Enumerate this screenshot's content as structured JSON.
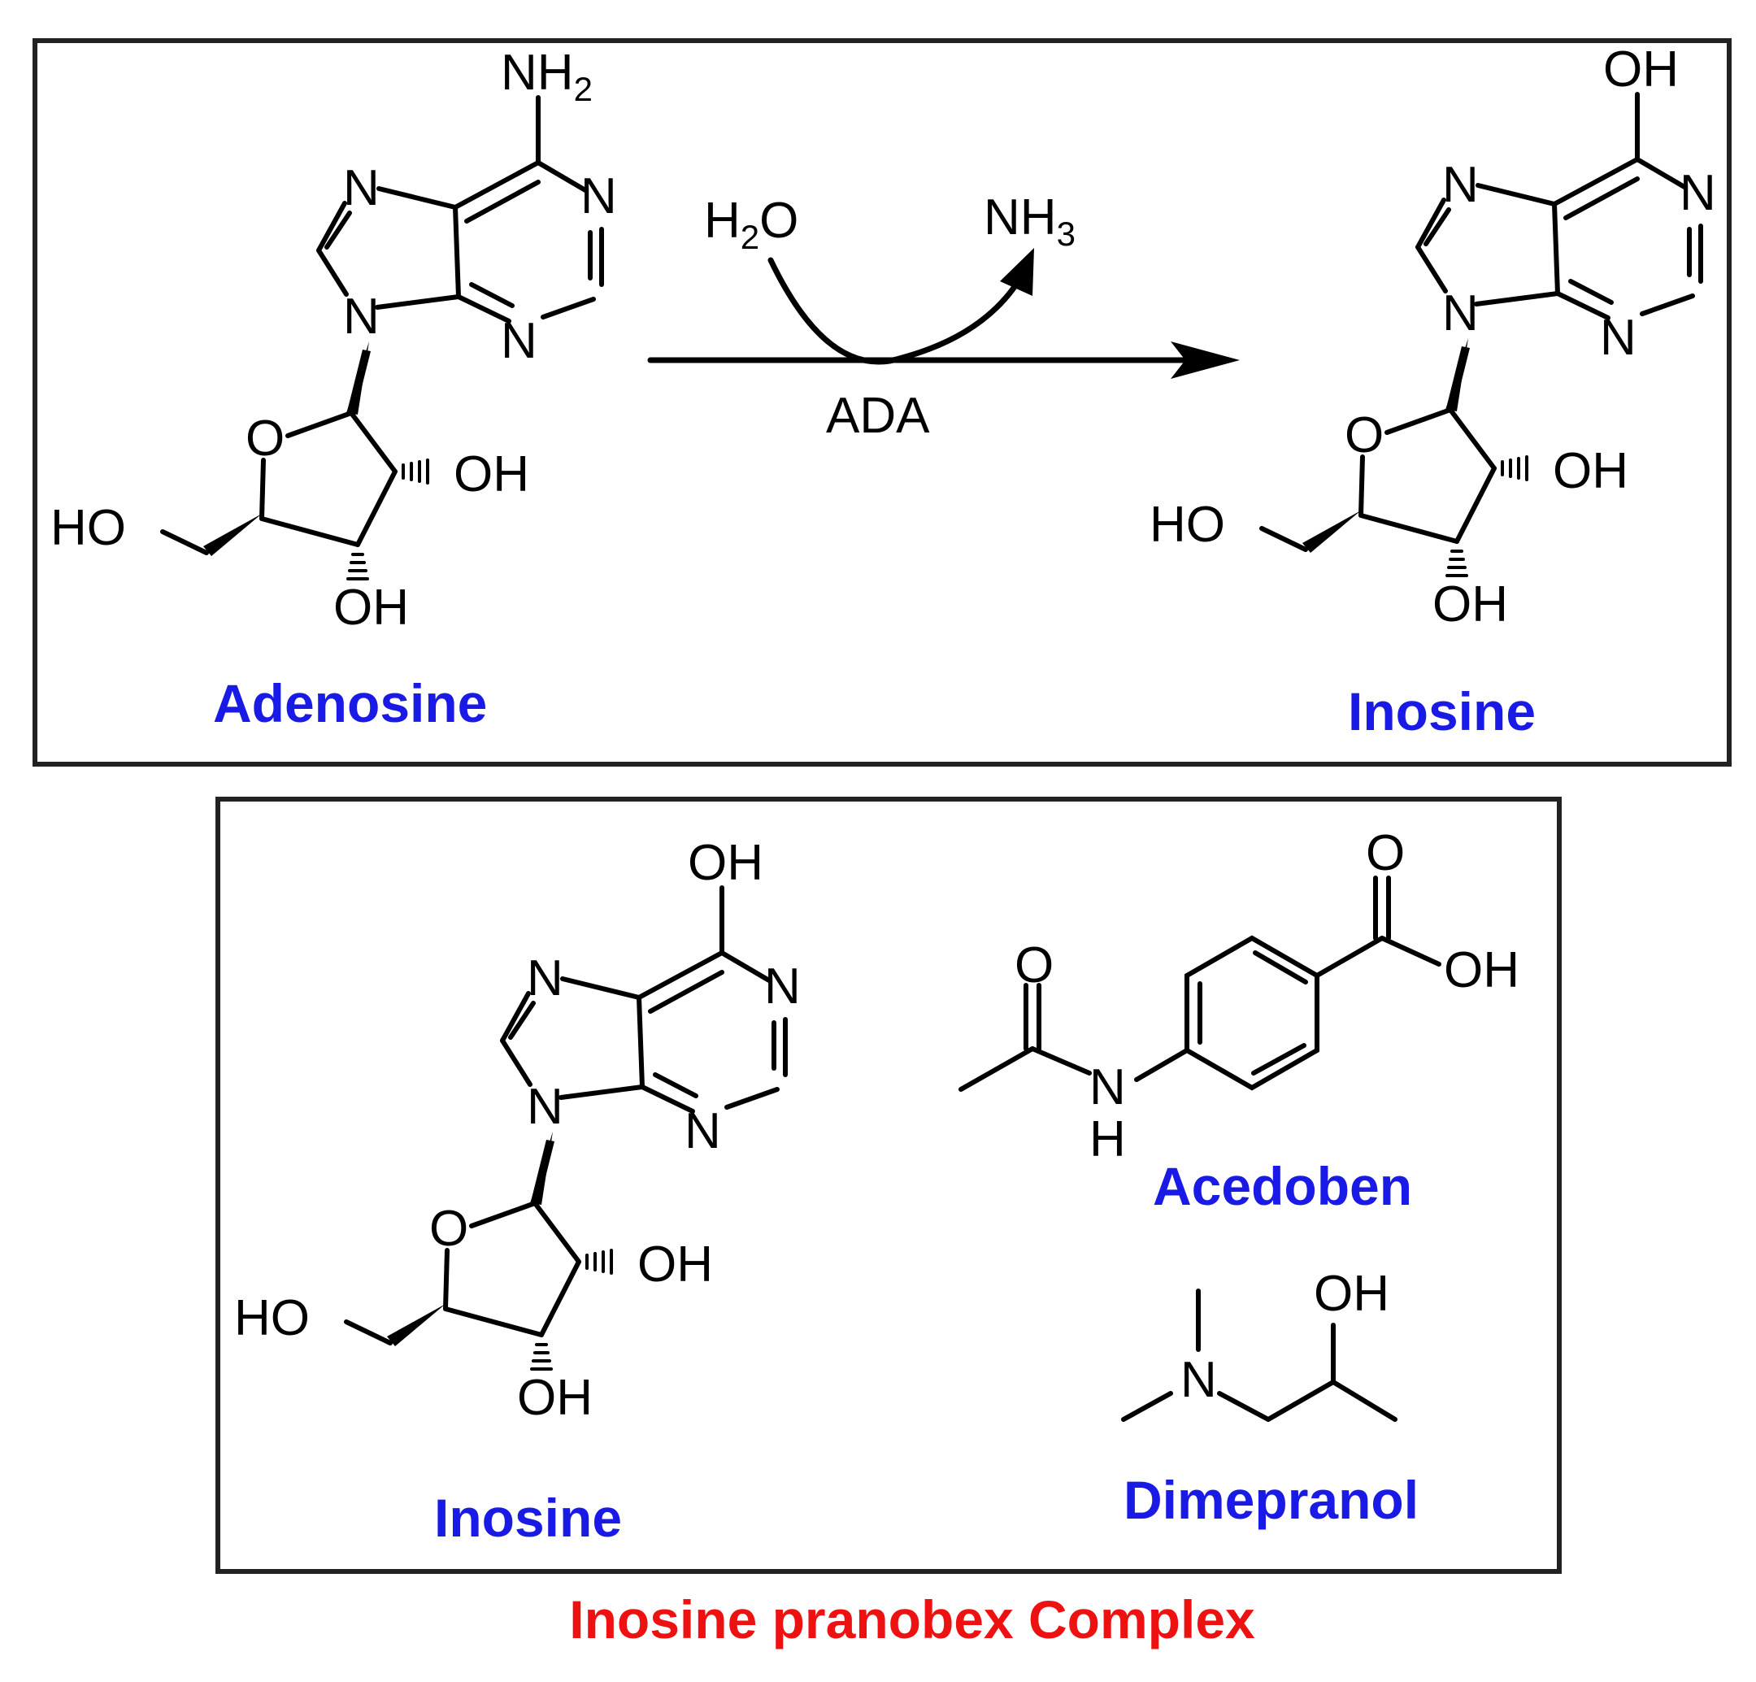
{
  "reaction": {
    "reactant": "Adenosine",
    "product": "Inosine",
    "enzyme": "ADA",
    "water": "H",
    "water_sub": "2",
    "water_end": "O",
    "ammonia": "NH",
    "ammonia_sub": "3"
  },
  "complex": {
    "components": [
      "Inosine",
      "Acedoben",
      "Dimepranol"
    ],
    "caption": "Inosine pranobex Complex"
  },
  "atoms": {
    "N": "N",
    "O": "O",
    "OH": "OH",
    "HO": "HO",
    "NH": "NH",
    "H": "H",
    "sub2": "2"
  }
}
